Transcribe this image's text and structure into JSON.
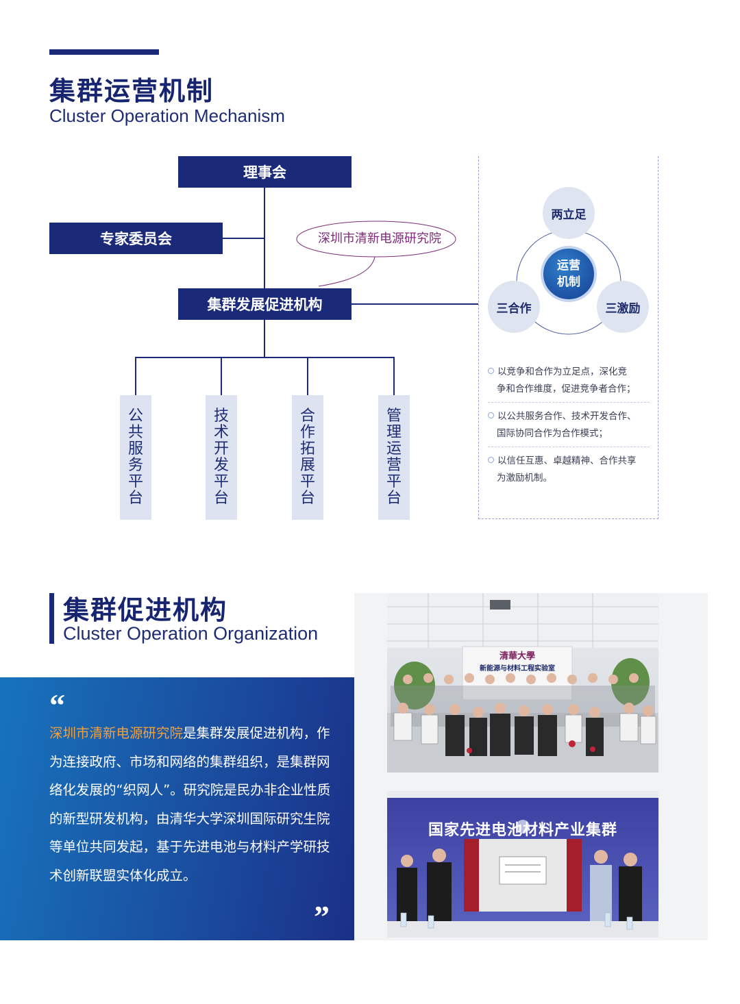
{
  "section1": {
    "title": "集群运营机制",
    "subtitle": "Cluster Operation Mechanism"
  },
  "org_chart": {
    "board": "理事会",
    "expert_committee": "专家委员会",
    "institute": "深圳市清新电源研究院",
    "promotion_agency": "集群发展促进机构",
    "platforms": [
      "公共服务平台",
      "技术开发平台",
      "合作拓展平台",
      "管理运营平台"
    ]
  },
  "mechanism": {
    "center": [
      "运营",
      "机制"
    ],
    "top": "两立足",
    "left": "三合作",
    "right": "三激励",
    "bullets": [
      [
        "以竞争和合作为立足点，深化竞",
        "争和合作维度，促进竞争者合作；"
      ],
      [
        "以公共服务合作、技术开发合作、",
        "国际协同合作为合作模式；"
      ],
      [
        "以信任互惠、卓越精神、合作共享",
        "为激励机制。"
      ]
    ]
  },
  "section2": {
    "title": "集群促进机构",
    "subtitle": "Cluster Operation Organization",
    "quote_open": "“",
    "quote_close": "”",
    "highlight": "深圳市清新电源研究院",
    "paragraph_rest": "是集群发展促进机构，作为连接政府、市场和网络的集群组织，是集群网络化发展的“织网人”。研究院是民办非企业性质的新型研发机构，由清华大学深圳国际研究生院等单位共同发起，基于先进电池与材料产学研技术创新联盟实体化成立。"
  },
  "photos": {
    "photo1_sign_line1": "新能源与材料工程实验室",
    "photo2_banner": "国家先进电池材料产业集群"
  },
  "colors": {
    "navy": "#1b2a78",
    "light_panel": "#dde3f1",
    "highlight_orange": "#f2a03a",
    "institute_purple": "#7e2a7a"
  }
}
